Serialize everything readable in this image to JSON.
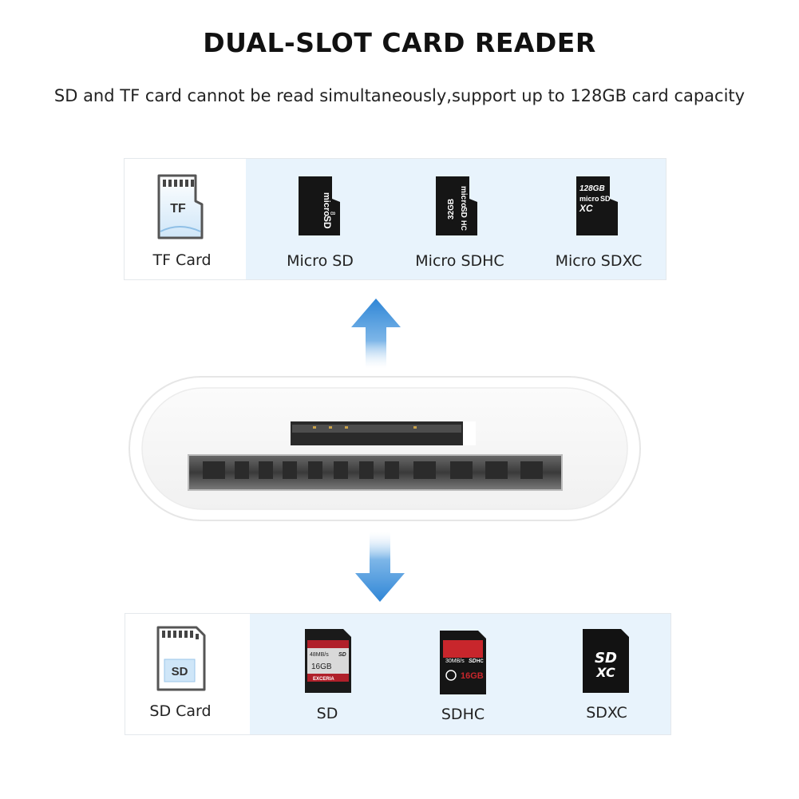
{
  "header": {
    "title": "DUAL-SLOT CARD READER",
    "subtitle": "SD and TF card cannot be read simultaneously,support up to 128GB card capacity"
  },
  "tf_panel": {
    "icon_label_text": "TF",
    "icon_name": "tf-card-icon",
    "label": "TF Card",
    "cards": [
      {
        "label": "Micro SD",
        "print": [
          "micro",
          "SD",
          "8"
        ]
      },
      {
        "label": "Micro SDHC",
        "print": [
          "32GB",
          "micro",
          "SD",
          "HC"
        ]
      },
      {
        "label": "Micro SDXC",
        "print": [
          "128GB",
          "micro",
          "SD",
          "XC"
        ]
      }
    ]
  },
  "sd_panel": {
    "icon_label_text": "SD",
    "icon_name": "sd-card-icon",
    "label": "SD Card",
    "cards": [
      {
        "label": "SD",
        "print": [
          "48MB/s",
          "SD",
          "16GB",
          "EXCERIA"
        ]
      },
      {
        "label": "SDHC",
        "print": [
          "30MB/s",
          "SD",
          "HC",
          "16GB"
        ]
      },
      {
        "label": "SDXC",
        "print": [
          "SD",
          "XC"
        ]
      }
    ]
  },
  "colors": {
    "arrow_blue": "#2f86d6",
    "panel_blue": "#e8f3fc",
    "card_black": "#141414",
    "card_red": "#c8262c"
  }
}
